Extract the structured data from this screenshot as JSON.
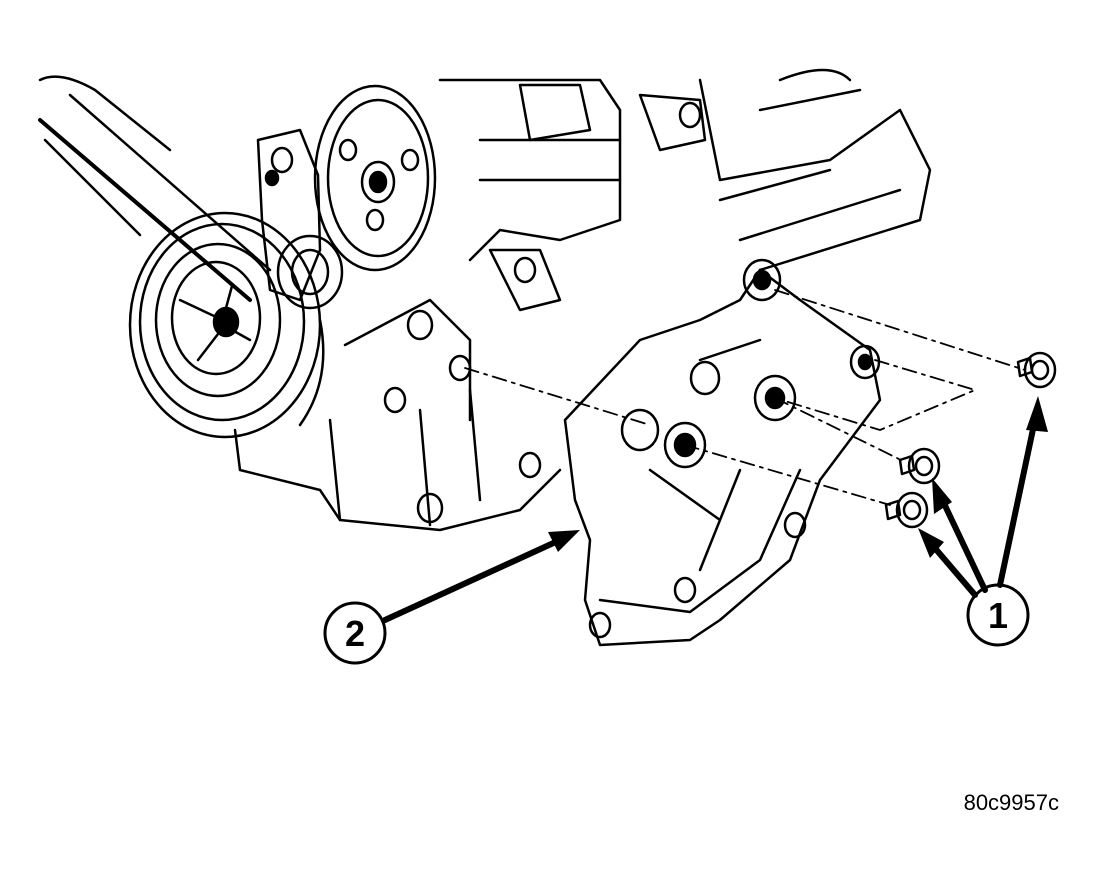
{
  "callouts": [
    {
      "id": "1",
      "label": "1"
    },
    {
      "id": "2",
      "label": "2"
    }
  ],
  "figure_id": "80c9957c",
  "colors": {
    "ink": "#000000",
    "paper": "#ffffff"
  }
}
